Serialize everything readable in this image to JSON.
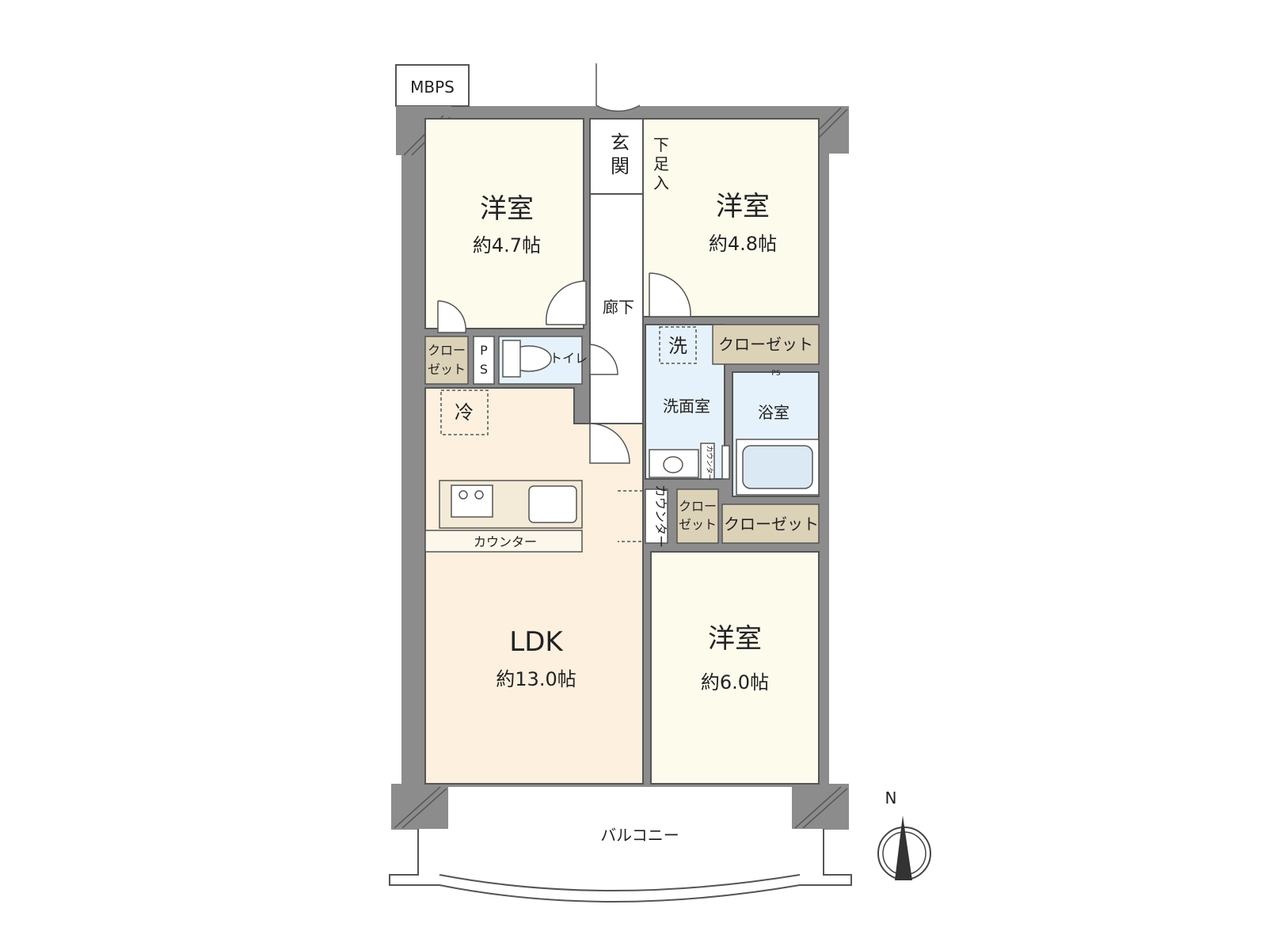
{
  "colors": {
    "bedroom": "#fdfbec",
    "ldk": "#fdf0df",
    "water": "#e6f2fb",
    "closet": "#dcd2b8",
    "wall": "#9a9a9a",
    "outline": "#555555"
  },
  "labels": {
    "mbps": "MBPS",
    "entrance": [
      "玄",
      "関"
    ],
    "shoe_storage": [
      "下",
      "足",
      "入"
    ],
    "corridor": "廊下",
    "bedroom_nw": {
      "name": "洋室",
      "area": "約4.7帖"
    },
    "bedroom_ne": {
      "name": "洋室",
      "area": "約4.8帖"
    },
    "bedroom_se": {
      "name": "洋室",
      "area": "約6.0帖"
    },
    "ldk": {
      "name": "LDK",
      "area": "約13.0帖"
    },
    "closet_left": [
      "クロー",
      "ゼット"
    ],
    "ps_left": [
      "P",
      "S"
    ],
    "toilet": "トイレ",
    "washer": "洗",
    "closet_ne": "クローゼット",
    "ps_small": "PS",
    "washroom": "洗面室",
    "bath": "浴室",
    "counter_small": "カウンター",
    "counter_mid": "カウンター",
    "closet_mid": [
      "クロー",
      "ゼット"
    ],
    "closet_mid_right": "クローゼット",
    "fridge": "冷",
    "kitchen_counter": "カウンター",
    "balcony": "バルコニー",
    "compass_n": "N"
  }
}
